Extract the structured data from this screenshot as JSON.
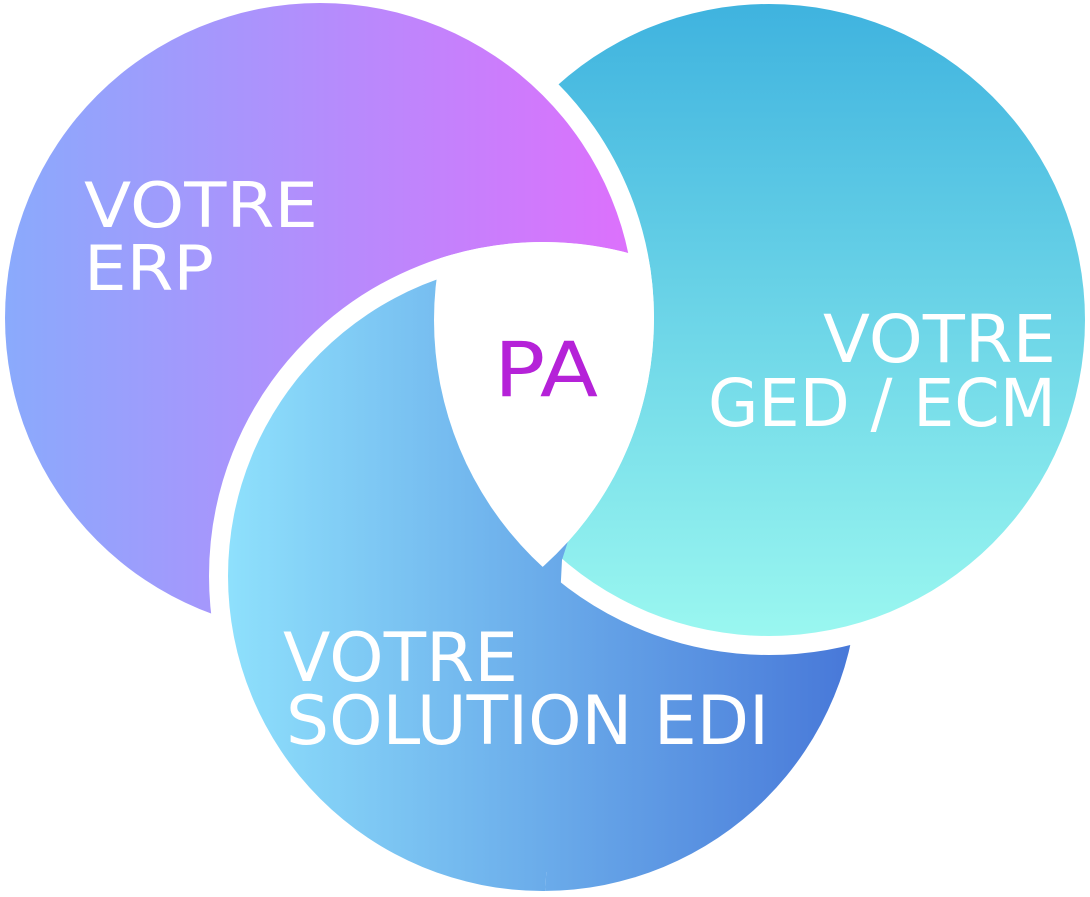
{
  "diagram": {
    "type": "three-circle swirl venn",
    "center": {
      "label": "PA",
      "color": "#b522d8"
    },
    "circles": [
      {
        "id": "erp",
        "line1": "VOTRE",
        "line2": "ERP",
        "gradient": [
          "#8aaafc",
          "#dd70fc"
        ],
        "gradient_direction": "horizontal"
      },
      {
        "id": "ged-ecm",
        "line1": "VOTRE",
        "line2": "GED / ECM",
        "gradient": [
          "#3fb3df",
          "#9af7f0"
        ],
        "gradient_direction": "vertical"
      },
      {
        "id": "edi",
        "line1": "VOTRE",
        "line2": "SOLUTION EDI",
        "gradient": [
          "#8ee0fc",
          "#4777d8"
        ],
        "gradient_direction": "horizontal"
      }
    ],
    "separator_color": "#ffffff"
  }
}
